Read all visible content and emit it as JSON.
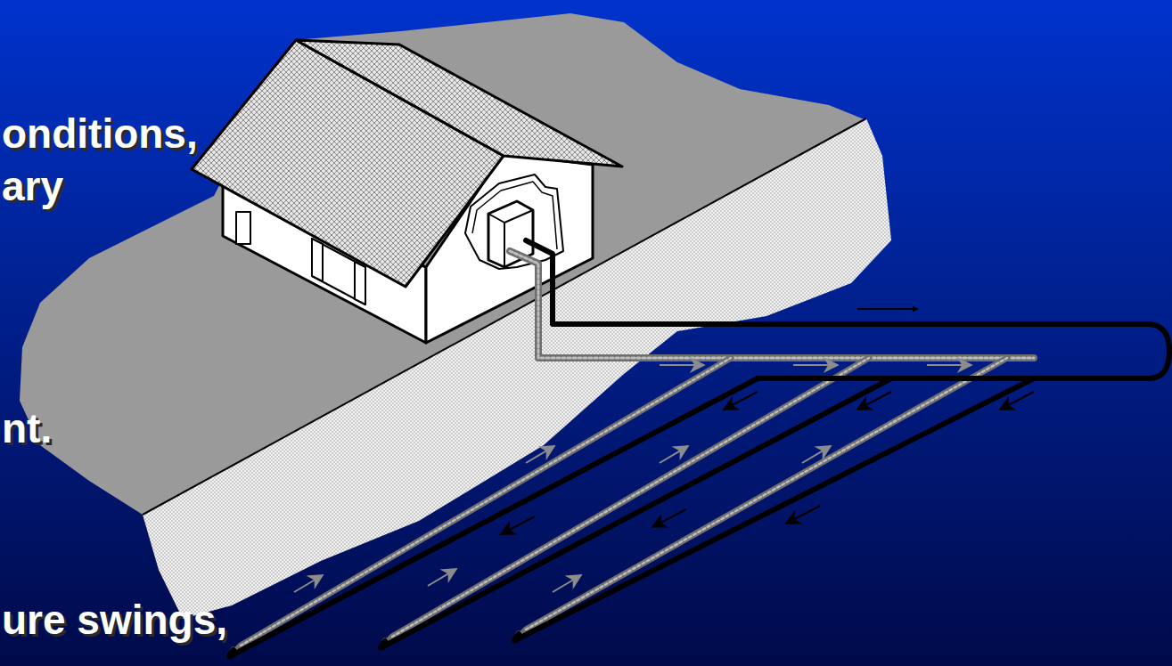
{
  "diagram": {
    "labels": [
      "onditions,",
      "ary",
      "nt.",
      "ure swings,"
    ]
  }
}
